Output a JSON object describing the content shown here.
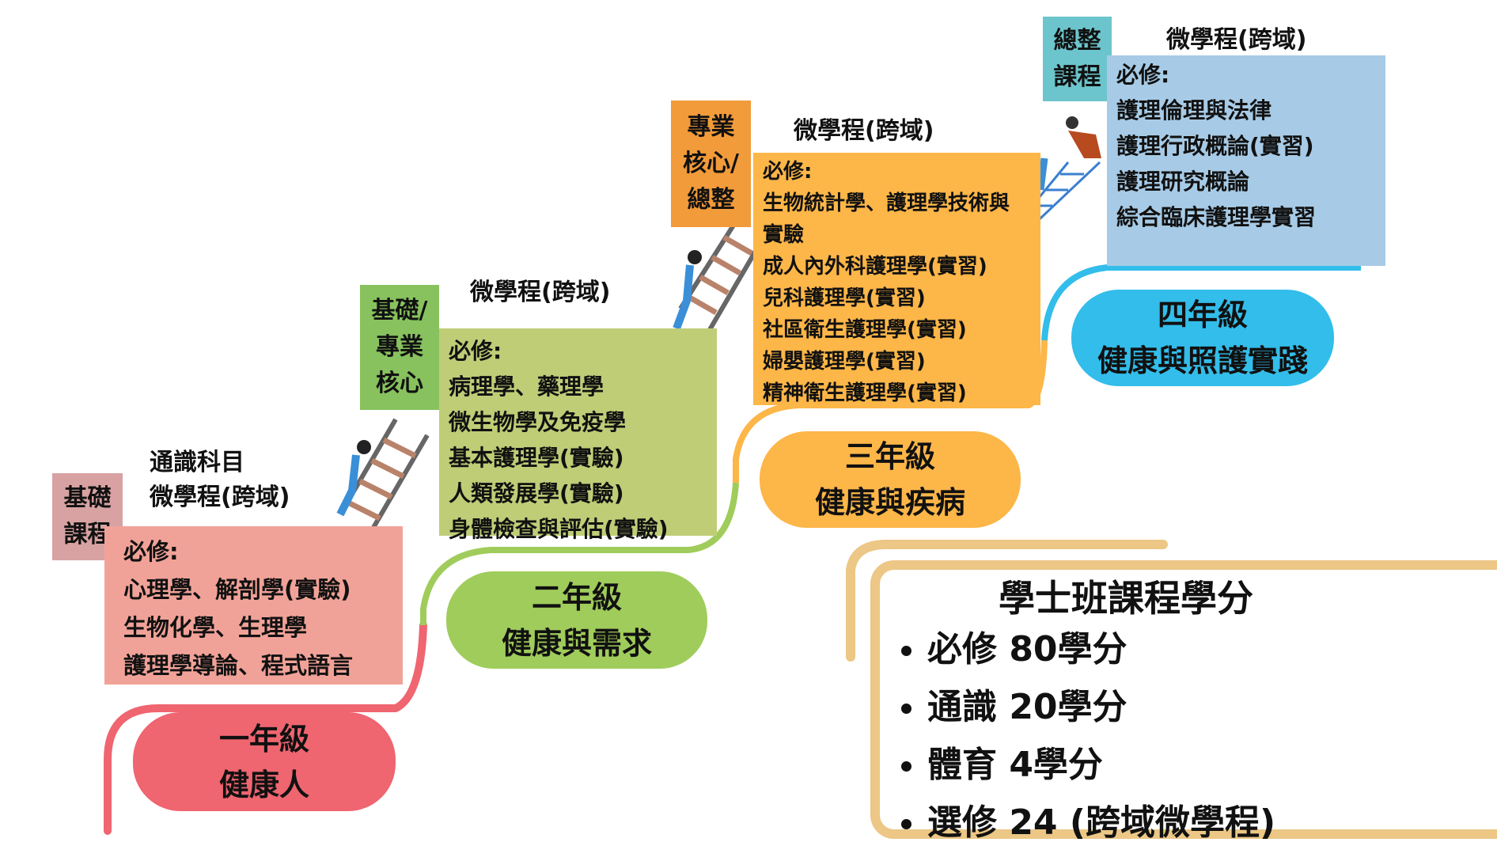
{
  "colors": {
    "year1": "#ef6570",
    "year1_box": "#f1a298",
    "year1_tag": "#d8a2a2",
    "year2": "#a0cc5b",
    "year2_box": "#bfcd77",
    "year2_tag": "#88c25e",
    "year3": "#fdb648",
    "year3_box": "#fdb648",
    "year3_tag": "#f29b3a",
    "year4": "#33bdea",
    "year4_box": "#a7cbe6",
    "year4_tag": "#6cc5cc",
    "summary_border": "#ecc785"
  },
  "year1": {
    "tag": [
      "基礎",
      "課程"
    ],
    "titles": [
      "通識科目",
      "微學程(跨域)"
    ],
    "items": [
      "必修:",
      "心理學、解剖學(實驗)",
      "生物化學、生理學",
      "護理學導論、程式語言"
    ],
    "pill": [
      "一年級",
      "健康人"
    ]
  },
  "year2": {
    "tag": [
      "基礎/",
      "專業",
      "核心"
    ],
    "title": "微學程(跨域)",
    "items": [
      "必修:",
      "病理學、藥理學",
      "微生物學及免疫學",
      "基本護理學(實驗)",
      "人類發展學(實驗)",
      "身體檢查與評估(實驗)"
    ],
    "pill": [
      "二年級",
      "健康與需求"
    ]
  },
  "year3": {
    "tag": [
      "專業",
      "核心/",
      "總整"
    ],
    "title": "微學程(跨域)",
    "items": [
      "必修:",
      "生物統計學、護理學技術與",
      "實驗",
      "成人內外科護理學(實習)",
      "兒科護理學(實習)",
      "社區衛生護理學(實習)",
      "婦嬰護理學(實習)",
      "精神衛生護理學(實習)"
    ],
    "pill": [
      "三年級",
      "健康與疾病"
    ]
  },
  "year4": {
    "tag": [
      "總整",
      "課程"
    ],
    "title": "微學程(跨域)",
    "items": [
      "必修:",
      "護理倫理與法律",
      "護理行政概論(實習)",
      "護理研究概論",
      "綜合臨床護理學實習"
    ],
    "pill": [
      "四年級",
      "健康與照護實踐"
    ]
  },
  "summary": {
    "title": "學士班課程學分",
    "items": [
      "必修  80學分",
      "通識  20學分",
      "體育  4學分",
      "選修  24 (跨域微學程)"
    ]
  }
}
